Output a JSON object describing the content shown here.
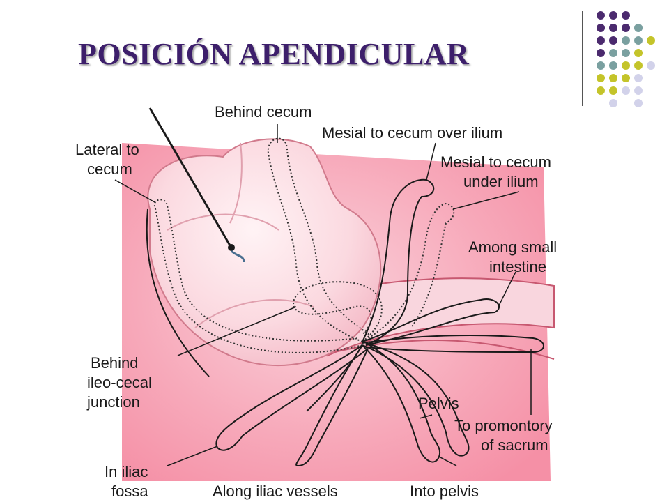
{
  "slide": {
    "title": "POSICIÓN APENDICULAR",
    "title_color": "#3d1f6b"
  },
  "palette": {
    "purple": "#4b2a6e",
    "teal": "#7aa0a0",
    "olive": "#c4c42a",
    "lavender": "#d2d2ea",
    "bg_pink": "#f7a6b8",
    "organ_pink": "#f9d4dc"
  },
  "diagram": {
    "labels": {
      "behind_cecum": "Behind cecum",
      "mesial_over_1": "Mesial to cecum over ilium",
      "lateral_1": "Lateral to",
      "lateral_2": "cecum",
      "mesial_under_1": "Mesial to cecum",
      "mesial_under_2": "under ilium",
      "among_1": "Among small",
      "among_2": "intestine",
      "behind_ileo_1": "Behind",
      "behind_ileo_2": "ileo-cecal",
      "behind_ileo_3": "junction",
      "pelvis": "Pelvis",
      "promontory_1": "To promontory",
      "promontory_2": "of sacrum",
      "iliac_1": "In iliac",
      "iliac_2": "fossa",
      "along_iliac": "Along iliac vessels",
      "into_pelvis": "Into pelvis"
    }
  }
}
